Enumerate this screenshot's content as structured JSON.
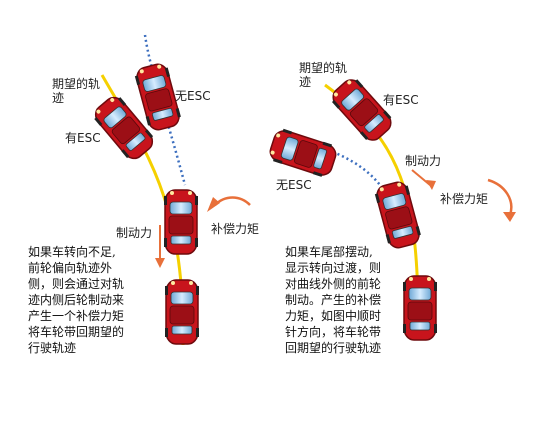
{
  "left": {
    "desired_path_label": "期望的轨\n迹",
    "no_esc_label": "无ESC",
    "with_esc_label": "有ESC",
    "brake_force_label": "制动力",
    "comp_torque_label": "补偿力矩",
    "description": "如果车转向不足,\n前轮偏向轨迹外\n侧，则会通过对轨\n迹内侧后轮制动来\n产生一个补偿力矩\n将车轮带回期望的\n行驶轨迹"
  },
  "right": {
    "desired_path_label": "期望的轨\n迹",
    "with_esc_label": "有ESC",
    "no_esc_label": "无ESC",
    "brake_force_label": "制动力",
    "comp_torque_label": "补偿力矩",
    "description": "如果车尾部摆动,\n显示转向过渡，则\n对曲线外侧的前轮\n制动。产生的补偿\n力矩，如图中顺时\n针方向，将车轮带\n回期望的行驶轨迹"
  },
  "colors": {
    "car_body": "#c8141c",
    "car_dark": "#7a0a0e",
    "path_yellow": "#f5d000",
    "path_blue": "#3d6fbf",
    "arrow_orange": "#e8703a"
  }
}
